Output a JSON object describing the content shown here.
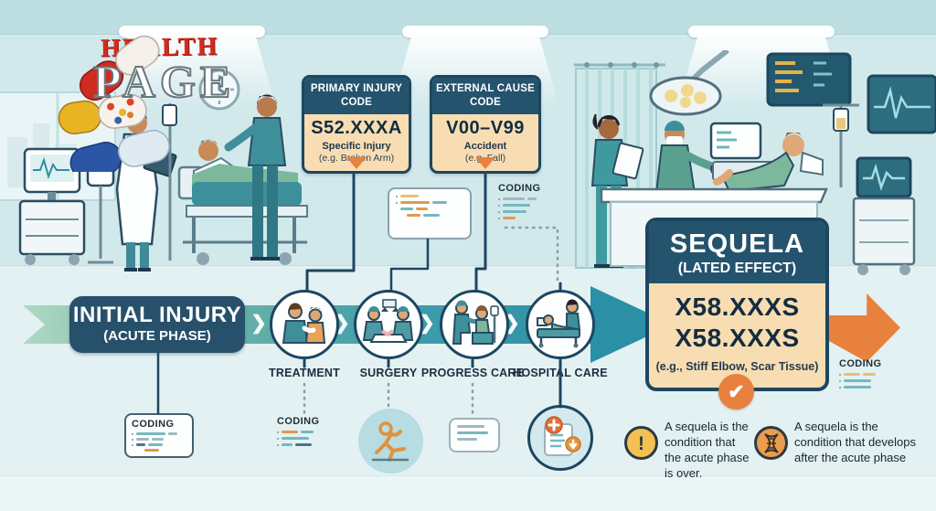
{
  "logo": {
    "title_top": "HEALTH",
    "title_bottom": "PAGE"
  },
  "code_boxes": {
    "primary": {
      "header": "PRIMARY INJURY CODE",
      "code": "S52.XXXA",
      "desc": "Specific Injury",
      "example": "(e.g. Broken Arm)"
    },
    "external": {
      "header": "EXTERNAL CAUSE CODE",
      "code": "V00–V99",
      "desc": "Accident",
      "example": "(e.g. Fall)"
    }
  },
  "sequela_box": {
    "title": "SEQUELA",
    "subtitle": "(LATED EFFECT)",
    "code_line1": "X58.XXXS",
    "code_line2": "X58.XXXS",
    "example": "(e.g., Stiff Elbow, Scar Tissue)",
    "check_glyph": "✔"
  },
  "timeline": {
    "start_title": "INITIAL INJURY",
    "start_subtitle": "(ACUTE PHASE)",
    "chevron_glyph": "❯",
    "stages": [
      {
        "label": "TREATMENT"
      },
      {
        "label": "SURGERY"
      },
      {
        "label": "PROGRESS CARE"
      },
      {
        "label": "HOSPITAL CARE"
      }
    ]
  },
  "coding": {
    "label": "CODING"
  },
  "notes": [
    {
      "icon": "exclamation",
      "glyph": "!",
      "text": "A sequela is the condition that the acute phase is over."
    },
    {
      "icon": "dna",
      "text": "A sequela is the condition that develops after the acute phase"
    }
  ],
  "colors": {
    "navy": "#1d4660",
    "cream": "#f8ddb2",
    "orange": "#e8813d",
    "teal": "#2b90a5",
    "mint": "#aed9c4",
    "red": "#d42b1e",
    "background": "#d6ebee"
  }
}
